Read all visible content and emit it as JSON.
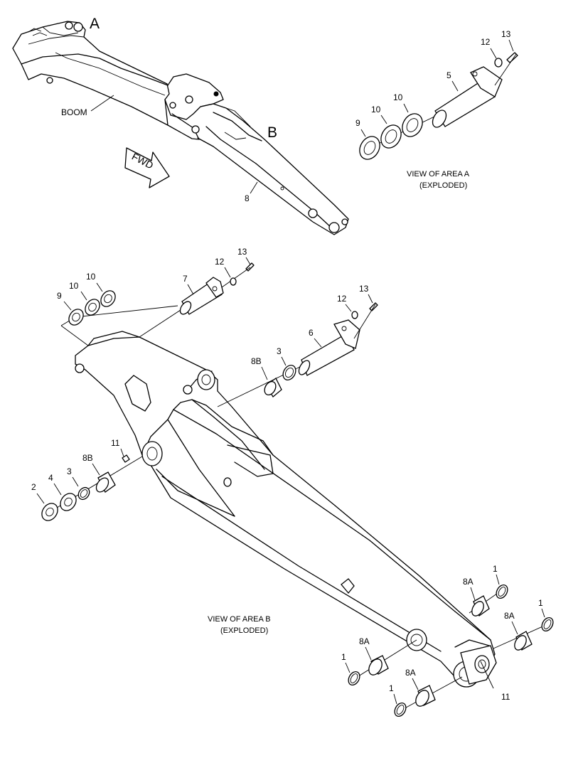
{
  "area_letters": {
    "a": "A",
    "b": "B"
  },
  "boom_label": "BOOM",
  "fwd_label": "FWD",
  "captions": {
    "area_a_line1": "VIEW OF AREA  A",
    "area_a_line2": "(EXPLODED)",
    "area_b_line1": "VIEW OF AREA  B",
    "area_b_line2": "(EXPLODED)"
  },
  "callouts": {
    "stick_top": "8",
    "a_13": "13",
    "a_12": "12",
    "a_5": "5",
    "a_10a": "10",
    "a_10b": "10",
    "a_9": "9",
    "b_13a": "13",
    "b_12a": "12",
    "b_7": "7",
    "b_10a": "10",
    "b_10b": "10",
    "b_9": "9",
    "b_13b": "13",
    "b_12b": "12",
    "b_6": "6",
    "b_3a": "3",
    "b_8Ba": "8B",
    "b_11a": "11",
    "b_8Bb": "8B",
    "b_3b": "3",
    "b_4": "4",
    "b_2": "2",
    "b_1a": "1",
    "b_8Aa": "8A",
    "b_1b": "1",
    "b_8Ab": "8A",
    "b_8Ac": "8A",
    "b_1c": "1",
    "b_8Ad": "8A",
    "b_1d": "1",
    "b_11b": "11"
  }
}
